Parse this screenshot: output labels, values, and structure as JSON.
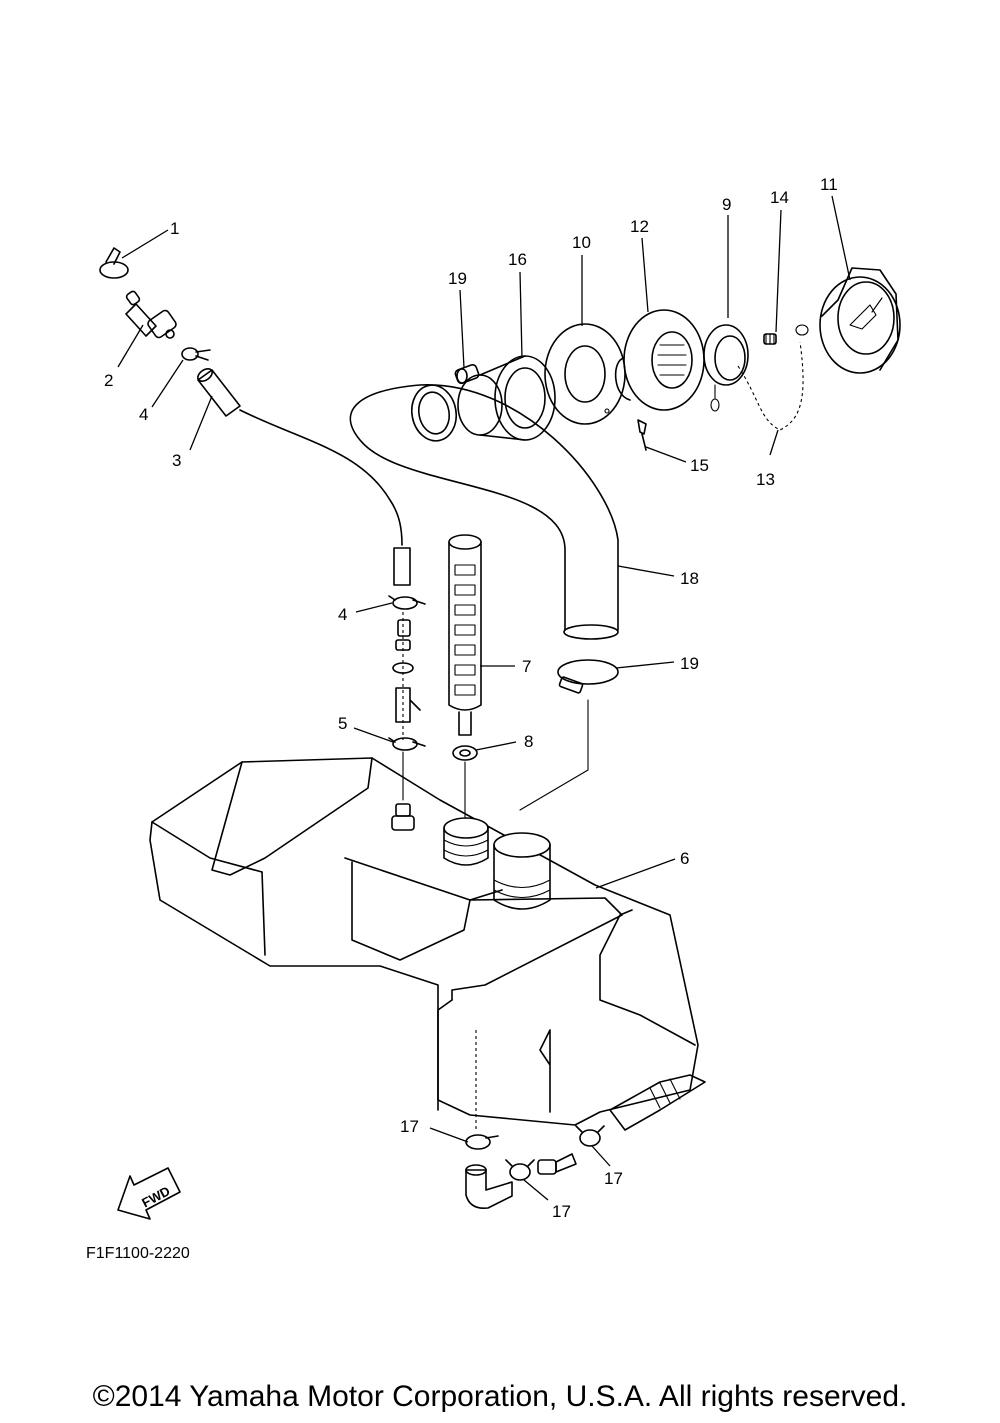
{
  "diagram": {
    "labels": {
      "p1": "1",
      "p2": "2",
      "p3": "3",
      "p4a": "4",
      "p4b": "4",
      "p5": "5",
      "p6": "6",
      "p7": "7",
      "p8": "8",
      "p9": "9",
      "p10": "10",
      "p11": "11",
      "p12": "12",
      "p13": "13",
      "p14": "14",
      "p15": "15",
      "p16": "16",
      "p17a": "17",
      "p17b": "17",
      "p17c": "17",
      "p18": "18",
      "p19a": "19",
      "p19b": "19"
    },
    "fwd_marker": "FWD",
    "figure_code": "F1F1100-2220"
  },
  "copyright": "©2014 Yamaha Motor Corporation, U.S.A. All rights reserved."
}
